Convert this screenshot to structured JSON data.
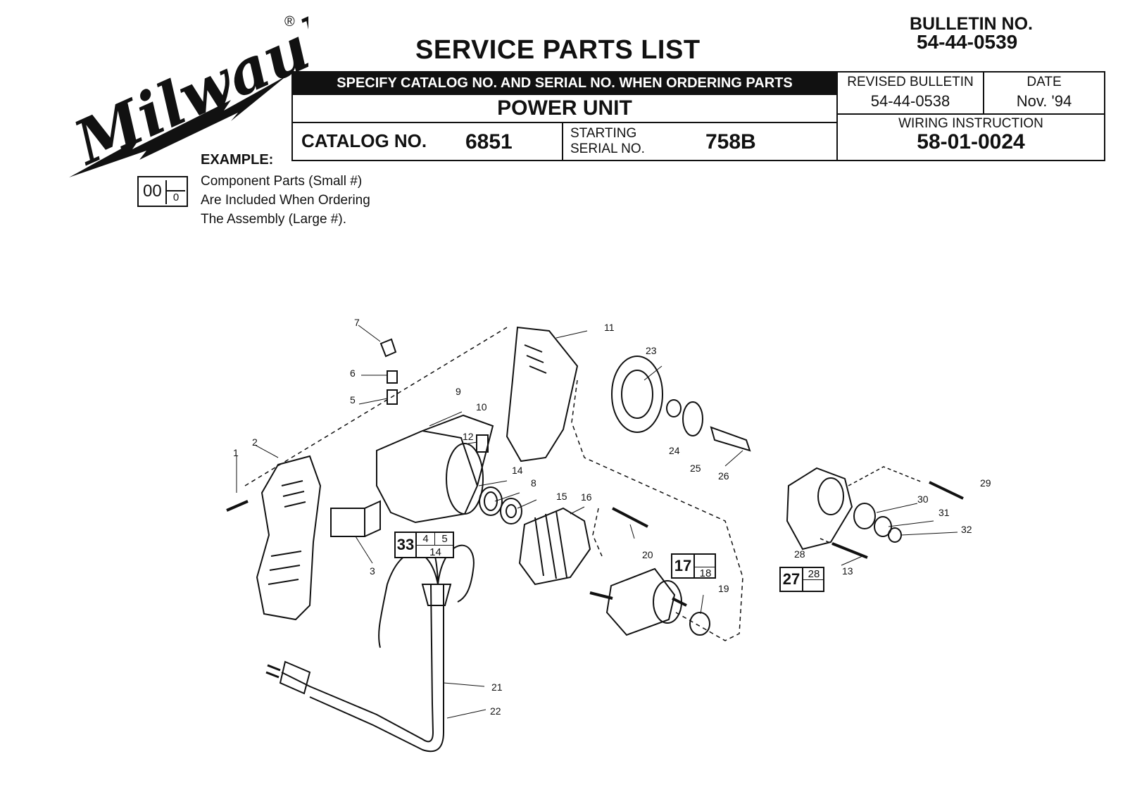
{
  "logo_text": "Milwaukee",
  "registered_mark": "®",
  "title": "SERVICE PARTS LIST",
  "bulletin": {
    "label": "BULLETIN NO.",
    "number": "54-44-0539"
  },
  "header": {
    "specify": "SPECIFY CATALOG NO. AND SERIAL NO. WHEN ORDERING PARTS",
    "unit": "POWER UNIT",
    "catalog_label": "CATALOG NO.",
    "catalog_value": "6851",
    "starting_serial_label_1": "STARTING",
    "starting_serial_label_2": "SERIAL NO.",
    "starting_serial_value": "758B",
    "revised_label": "REVISED BULLETIN",
    "revised_value": "54-44-0538",
    "date_label": "DATE",
    "date_value": "Nov. '94",
    "wiring_label": "WIRING INSTRUCTION",
    "wiring_value": "58-01-0024"
  },
  "example": {
    "label": "EXAMPLE:",
    "large": "00",
    "small": "0",
    "line1": "Component Parts (Small #)",
    "line2": "Are Included When Ordering",
    "line3": "The Assembly (Large #)."
  },
  "callouts": [
    "1",
    "2",
    "3",
    "5",
    "6",
    "7",
    "8",
    "9",
    "10",
    "11",
    "12",
    "13",
    "14",
    "15",
    "16",
    "18",
    "19",
    "20",
    "21",
    "22",
    "23",
    "24",
    "25",
    "26",
    "28",
    "29",
    "30",
    "31",
    "32"
  ],
  "assemblies": [
    {
      "main": "33",
      "subs": [
        "4",
        "5",
        "14"
      ]
    },
    {
      "main": "17",
      "subs": [
        "18"
      ]
    },
    {
      "main": "27",
      "subs": [
        "28"
      ]
    }
  ]
}
